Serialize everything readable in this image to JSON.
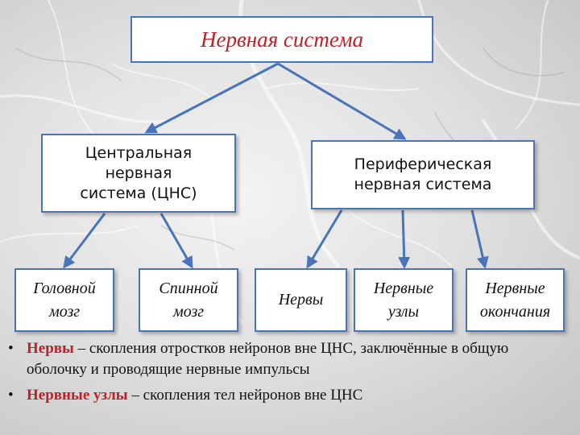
{
  "title": "Нервная система",
  "branches": {
    "cns": "Центральная\nнервная\nсистема (ЦНС)",
    "pns": "Периферическая\nнервная система"
  },
  "leaves": {
    "brain": "Головной\nмозг",
    "spinal": "Спинной\nмозг",
    "nerves": "Нервы",
    "ganglia": "Нервные\nузлы",
    "endings": "Нервные\nокончания"
  },
  "notes": [
    {
      "bullet": "•",
      "term": "Нервы",
      "text": " – скопления отростков нейронов вне ЦНС, заключённые в общую оболочку и проводящие нервные импульсы"
    },
    {
      "bullet": "•",
      "term": "Нервные узлы",
      "text": " – скопления тел нейронов вне ЦНС"
    }
  ],
  "colors": {
    "box_border": "#4a74b8",
    "arrow": "#4a74b8",
    "title": "#c0202a",
    "term": "#c0202a"
  }
}
